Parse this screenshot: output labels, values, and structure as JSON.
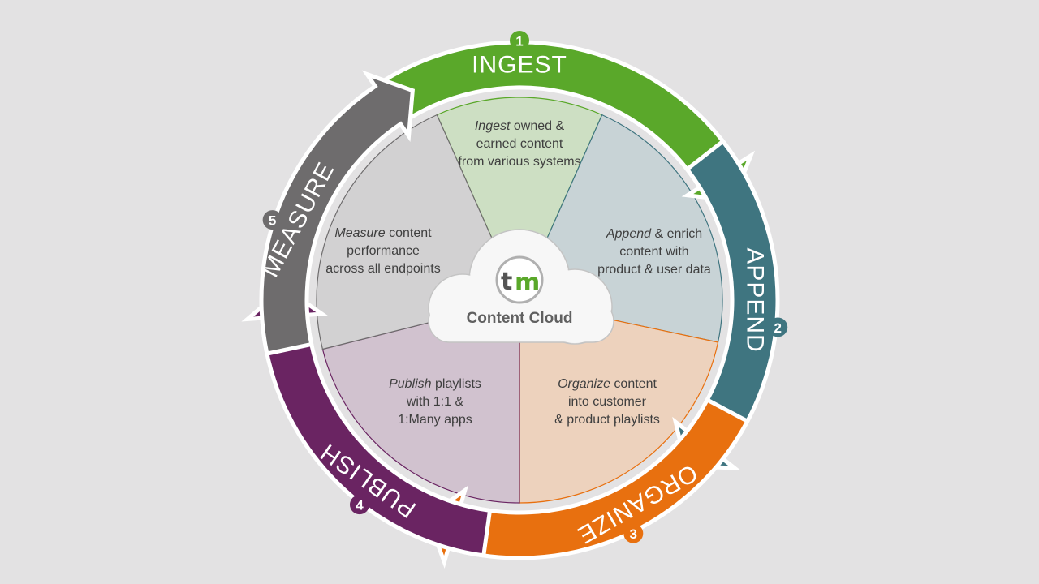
{
  "colors": {
    "ingest": "#5aa82a",
    "append": "#3f7580",
    "organize": "#e8700f",
    "publish": "#6a2462",
    "measure": "#6e6c6d",
    "background": "#e3e2e3"
  },
  "stages": [
    {
      "id": "ingest",
      "number": "1",
      "label": "INGEST",
      "description": [
        {
          "em": "Ingest",
          "rest": " owned &"
        },
        {
          "em": "",
          "rest": "earned content"
        },
        {
          "em": "",
          "rest": "from various systems"
        }
      ]
    },
    {
      "id": "append",
      "number": "2",
      "label": "APPEND",
      "description": [
        {
          "em": "Append",
          "rest": " & enrich"
        },
        {
          "em": "",
          "rest": "content with"
        },
        {
          "em": "",
          "rest": "product & user data"
        }
      ]
    },
    {
      "id": "organize",
      "number": "3",
      "label": "ORGANIZE",
      "description": [
        {
          "em": "Organize",
          "rest": " content"
        },
        {
          "em": "",
          "rest": "into customer"
        },
        {
          "em": "",
          "rest": "& product playlists"
        }
      ]
    },
    {
      "id": "publish",
      "number": "4",
      "label": "PUBLISH",
      "description": [
        {
          "em": "Publish",
          "rest": " playlists"
        },
        {
          "em": "",
          "rest": "with 1:1 &"
        },
        {
          "em": "",
          "rest": "1:Many apps"
        }
      ]
    },
    {
      "id": "measure",
      "number": "5",
      "label": "MEASURE",
      "description": [
        {
          "em": "Measure",
          "rest": " content"
        },
        {
          "em": "",
          "rest": "performance"
        },
        {
          "em": "",
          "rest": "across all endpoints"
        }
      ]
    }
  ],
  "center": {
    "logo_t": "t",
    "logo_m": "m",
    "title": "Content Cloud"
  }
}
